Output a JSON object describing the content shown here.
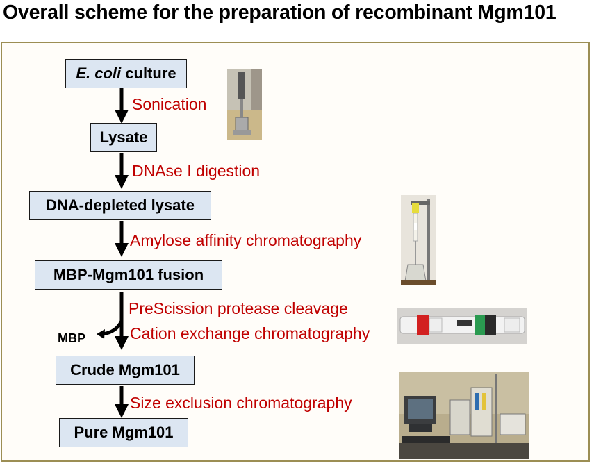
{
  "title": "Overall scheme for the preparation of recombinant Mgm101",
  "boxes": {
    "ecoli": {
      "italic": "E. coli",
      "rest": " culture"
    },
    "lysate": "Lysate",
    "dna_depleted": "DNA-depleted lysate",
    "mbp_fusion": "MBP-Mgm101 fusion",
    "crude": "Crude Mgm101",
    "pure": "Pure Mgm101"
  },
  "steps": {
    "sonication": "Sonication",
    "dnase": "DNAse I digestion",
    "amylose": "Amylose affinity chromatography",
    "prescission": "PreScission protease cleavage",
    "cation": "Cation exchange chromatography",
    "size_exclusion": "Size exclusion chromatography"
  },
  "side_product": "MBP",
  "colors": {
    "box_fill": "#dce6f2",
    "step_text": "#c00000",
    "frame_border": "#9c8e54",
    "frame_fill": "#fffdf9"
  }
}
